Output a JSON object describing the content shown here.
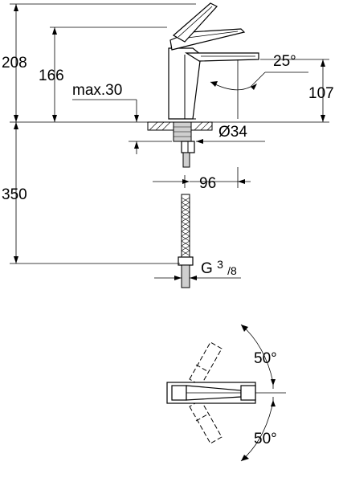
{
  "dimensions": {
    "total_height": "208",
    "spout_height": "166",
    "max_deck": "max.30",
    "lever_angle": "25°",
    "spout_clearance": "107",
    "hole_diameter": "Ø34",
    "reach": "96",
    "hose_length": "350",
    "connection_main": "G",
    "connection_sup": "3",
    "connection_sub": "/8",
    "swivel_top": "50°",
    "swivel_bottom": "50°"
  }
}
